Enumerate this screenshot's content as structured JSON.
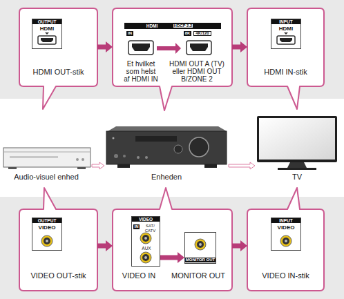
{
  "diagram": {
    "nodes": [
      {
        "text": [
          "HDMI OUT-stik"
        ]
      },
      {
        "text": [
          "OUTPUT",
          "HDMI"
        ],
        "in": 0
      },
      {
        "text": [
          "Et hvilket som helst af HDMI IN",
          "HDMI OUT A (TV) eller HDMI OUT B/ZONE 2"
        ]
      },
      {
        "text": [
          "HDMI",
          "HDCP 2.2",
          "IN",
          "8K",
          "4K/120"
        ],
        "in": 2
      },
      {
        "text": [
          "HDMI IN-stik"
        ]
      },
      {
        "text": [
          "INPUT",
          "HDMI"
        ],
        "in": 4
      },
      {
        "text": [
          "Audio-visuel enhed"
        ]
      },
      {
        "text": [
          "Enheden"
        ]
      },
      {
        "text": [
          "TV"
        ]
      },
      {
        "text": [
          "VIDEO OUT-stik"
        ]
      },
      {
        "text": [
          "OUTPUT",
          "VIDEO"
        ],
        "in": 9
      },
      {
        "text": [
          "VIDEO IN",
          "MONITOR OUT"
        ]
      },
      {
        "text": [
          "VIDEO",
          "IN",
          "SAT/ CATV",
          "AUX"
        ],
        "in": 11
      },
      {
        "text": [
          "MONITOR OUT"
        ],
        "in": 11
      },
      {
        "text": [
          "VIDEO IN-stik"
        ]
      },
      {
        "text": [
          "INPUT",
          "VIDEO"
        ],
        "in": 14
      }
    ],
    "edges": [
      {
        "from": 0,
        "to": 2,
        "arrow": "to"
      },
      {
        "from": 2,
        "to": 4,
        "arrow": "to"
      },
      {
        "from": 6,
        "to": 7,
        "arrow": "to"
      },
      {
        "from": 7,
        "to": 8,
        "arrow": "to"
      },
      {
        "from": 9,
        "to": 11,
        "arrow": "to"
      },
      {
        "from": 11,
        "to": 14,
        "arrow": "to"
      },
      {
        "from": 12,
        "to": 13,
        "arrow": "to"
      }
    ]
  }
}
